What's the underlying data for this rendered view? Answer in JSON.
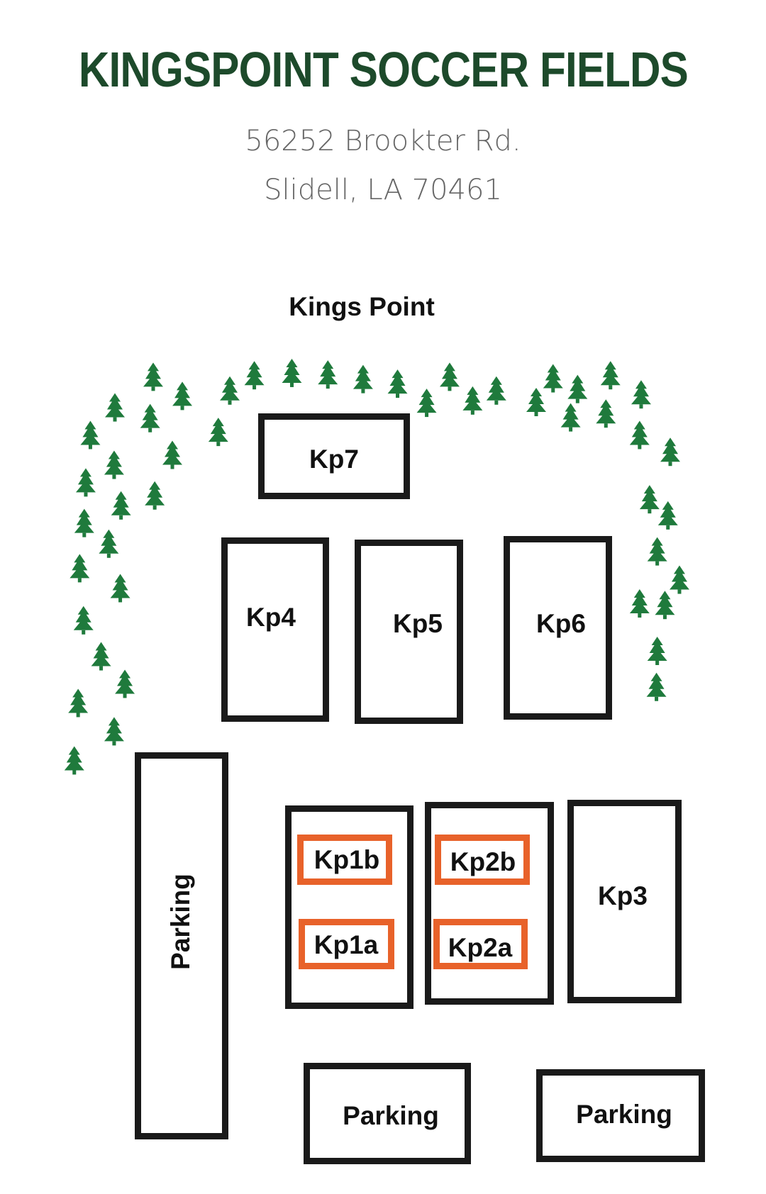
{
  "header": {
    "title": "KINGSPOINT SOCCER FIELDS",
    "address_line1": "56252 Brookter Rd.",
    "address_line2": "Slidell, LA 70461"
  },
  "map": {
    "heading": "Kings Point",
    "fields": {
      "kp7": "Kp7",
      "kp4": "Kp4",
      "kp5": "Kp5",
      "kp6": "Kp6",
      "kp1b": "Kp1b",
      "kp1a": "Kp1a",
      "kp2b": "Kp2b",
      "kp2a": "Kp2a",
      "kp3": "Kp3"
    },
    "parking": [
      "Parking",
      "Parking",
      "Parking"
    ],
    "colors": {
      "title": "#1d4a2b",
      "tree": "#1f7a3c",
      "subfield": "#e8622a",
      "field": "#1a1a1a"
    }
  }
}
